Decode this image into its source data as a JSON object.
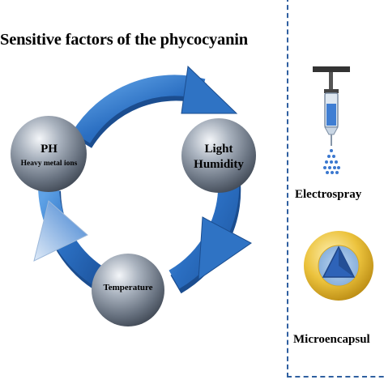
{
  "title": "Sensitive factors of the phycocyanin",
  "factors": {
    "ph": {
      "line1": "PH",
      "line2": "Heavy metal ions"
    },
    "light": {
      "line1": "Light",
      "line2": "Humidity"
    },
    "temperature": {
      "line1": "Temperature"
    }
  },
  "methods": {
    "electrospray": "Electrospray",
    "microcapsule": "Microencapsul"
  },
  "icons": {
    "syringe": "syringe-icon",
    "capsule": "microcapsule-icon"
  },
  "colors": {
    "arrow_blue": "#2f73c4",
    "panel_border": "#2f5fa0",
    "ball_grey": "#7e8895",
    "capsule_yellow": "#e8b830",
    "core_blue": "#2e63b8"
  }
}
